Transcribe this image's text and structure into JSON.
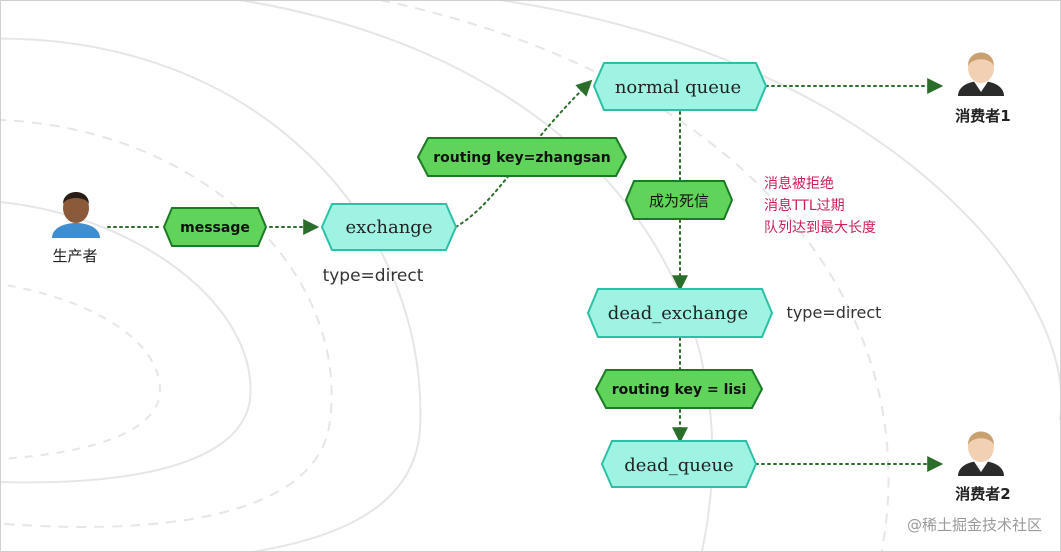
{
  "producer": {
    "label": "生产者"
  },
  "message": {
    "label": "message"
  },
  "exchange": {
    "label": "exchange",
    "type_label": "type=direct"
  },
  "routing_key_1": {
    "label": "routing key=zhangsan"
  },
  "normal_queue": {
    "label": "normal queue"
  },
  "consumer_1": {
    "label": "消费者1"
  },
  "dead_letter": {
    "label": "成为死信"
  },
  "dead_reasons": {
    "line_1": "消息被拒绝",
    "line_2": "消息TTL过期",
    "line_3": "队列达到最大长度"
  },
  "dead_exchange": {
    "label": "dead_exchange",
    "type_label": "type=direct"
  },
  "routing_key_2": {
    "label": "routing key = lisi"
  },
  "dead_queue": {
    "label": "dead_queue"
  },
  "consumer_2": {
    "label": "消费者2"
  },
  "watermark": {
    "label": "@稀土掘金技术社区"
  },
  "colors": {
    "node_fill": "#9ff3e3",
    "node_stroke": "#2cc0a6",
    "key_fill": "#5fd35a",
    "key_stroke": "#1c7a26",
    "arrow": "#2b6e2b",
    "reason_text": "#cc1f5a",
    "producer_shirt": "#3f8ecf",
    "producer_skin": "#8a5a3b",
    "consumer_shirt": "#2b2b2b",
    "consumer_skin": "#f2d0b3",
    "consumer_hair": "#c9a070"
  },
  "icons": {
    "producer": "person-icon",
    "consumer": "person-icon"
  }
}
